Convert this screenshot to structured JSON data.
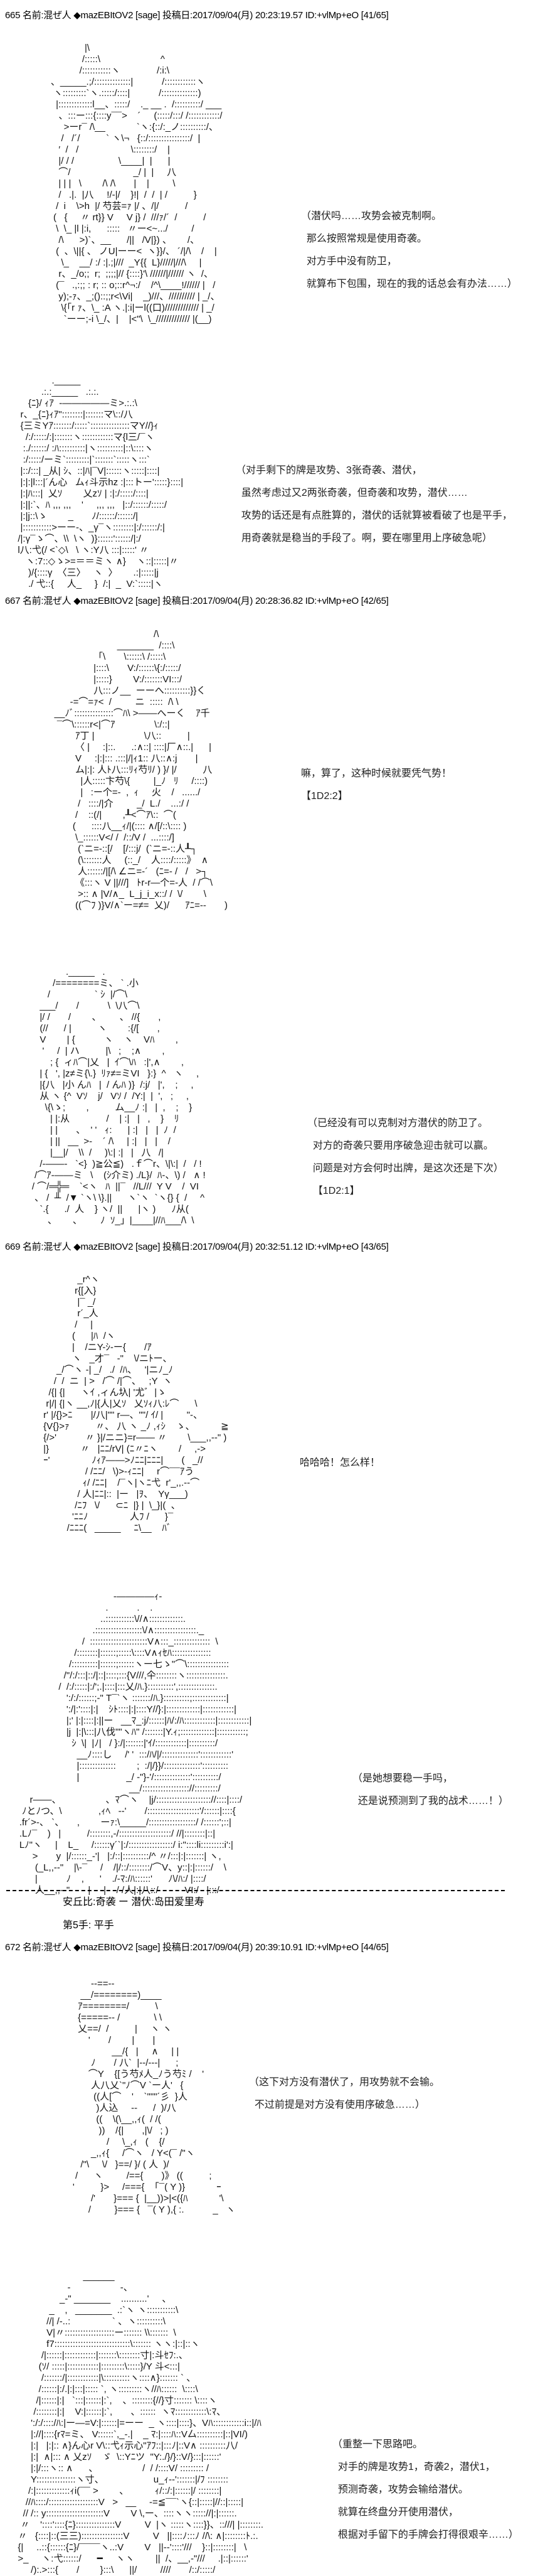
{
  "posts": [
    {
      "header": "665 名前:混ぜ人 ◆mazEBItOV2 [sage] 投稿日:2017/09/04(月) 20:23:19.57 ID:+vlMp+eO [41/65]",
      "art1": "                  |\\\n                 /:::::\\                       ^\n                /:::::::::::ヽ              /:i:\\\n     、_____.;/::::::::::::::|           /::::::::::::ヽ\n      ヽ:::::::::`ヽ.:::::/::::|           /::::::::::::::)\n       |:::::::::::::l__、:::::/    ._ __ .  /::::::::::/ ___\n        、:::ー:::{::::y¯¯>    ´     (:::::/:::/ /::::::::::::/\n          >ーr¯ /\\__            `ヽ:{::/:_ノ::::::::::/、\n         /   /´/          ` ヽ\\¬   {::/::::::::::::::::/  |\n        ′  /   /                    \\::::::::/    |\n        |/ / /                 \\____|  |      |\n        ⌒/                        _/ |  |     八\n        | | |   \\        /\\ /\\       |    |         \\\n        /   .|.  |八     !/-|/    }!|  /  /  | /          }\n       /  i    \\>h  |/ 芍芸=ｧ |/ 、/|/          /\n      (   {     〃 rt}} V     V j} /  ///ｧ/´  /          /\n       \\  \\_ |l |:i,      :::::   〃ー<~.../         /\n        /\\      >)`、__      /||   /V|}) 、      /、\n       (  、\\||{ 、 ノU|ーー<  ヽ}}/、 ´/|/\\    /    |\n         \\_    __/ :/ :|.;|///  _Y{{  L}/////|///\\     |\n        r、_/o;;  r;  ;;;;|// {::::}'\\ //////|////// ヽ  /、\n       (¯   .,:;; : r; :: o;::r^¬:/    /^\\____!////// |   /\n        y);-ｧ、_;()::;;r<\\Vi|    _)///、////////// | _/、\n         \\{「r ｧ、\\_ :A ヽ.|:i|ーl((口)///////////// | _/\n          `ーー;-i \\_/、|    |<\"\\  \\_///////////// |(__)",
      "dialog1": "（潜伏吗……攻势会被克制啊。\n  那么按照常规是使用奇袭。\n  对方手中没有防卫，\n  就算布下包围，现在的我的话总会有办法……）",
      "art2": "               ._____\n           .:.:_____   .:.:.\n      {ﾆ}/ ｨｱ  -―――――ミ>.:.:\\\n   r、_{ﾆ}ｨｱ\"::::::::|:::::::マ\\::/八\n   {三ミYｱ:::::::/:::::`:::::::::::::::マY//}ｨ\n     /:/:::::/:|:::::::ヽ::::::::::::マ{l三/¯ヽ\n    :./::::::/ :ﾊ::::::::::|ヽ::::::::::|::\\::::ヽ\n    :/:::::/ーミ`:::::::::|`:::::::`:::::ヽ:::`\n   |::/:::| _从| ｼ、::|ﾊ|¯V|::::::ヽ:::::|::::|\n   |:|:|l:::|´ん心   ムｨ斗示hz :|:::トー':::::}::::|\n   |:|ﾊ:::|  乂ｿ        乂zｿ | :|:/:::::/::::|\n   |:||:`、ﾊ ,,, ,,,    '     ,,, ,,,   |::/::::::/:::::/\n   |:|j::\\ゝ        _       ﾉ/::::::/::::::/|\n   |:::::::::::>ーー-、_γ¯ヽ::::::::|:/::::::/:|\n  /|:γ¯ゝ⌒、\\\\  \\ヽ  )}::::::'::::::/|:/\n  l八:弋(/ <`◇\\   \\ ヽ:Y八 :::|:::::' 〃\n     ヽ:7::◇ゝ>=＝＝ミヽ ∧}    ヽ::|:::::|〃\n      )/{::::γ  〈三〉   ヽ  〉      .:|:::::|j\n      ./ 弋::{     人_     }  /:|  _  V:`:::::|ヽ",
      "dialog2": "（对手剩下的牌是攻势、3张奇袭、潜伏，\n  虽然考虑过又2两张奇袭，但奇袭和攻势，潜伏……\n  攻势的话还是有点胜算的，潜伏的话就算被看破了也是平手，\n  用奇袭就是稳当的手段了。啊，要在哪里用上序破急呢）"
    },
    {
      "header": "667 名前:混ぜ人 ◆mazEBItOV2 [sage] 投稿日:2017/09/04(月) 20:28:36.82 ID:+vlMp+eO [42/65]",
      "art1": "                                          /\\\n                            _______  /::::\\\n                   「\\       \\::::::\\ /:::::\\\n                   |::::\\       V:/::::::\\{:/:::::/\n                   |:::::}        V:/:::::::VI:::/\n                   八:::ノ__  ーーへ::::::::::}}く\n          -=⌒=ｧ<  /         ニ  :::::  /\\ \\\n    __ﾉﾞ:::::::::::::::⌒ﾊ\\ >――へーく    ｱ千\n     ¯⌒\\::::::r<|⌒ｱ               \\:/::|\n            ｱ丁 |                   \\八::          |\n            〈 |     :|::.      .:∧::| ::::|厂∧::.|      |\n            V     :|:|::: .:::|/|ｨ1:: 八::∧:j       |\n            ム|:|: 人ﾄ八:::ﾘｨ芍ﾘ/ ) }/ |/          八\n              |人:::::卞芍\\{         |_ﾉ   ﾘ     /::::)\n              |   :ー个=-  ,  ｨ     火    /   ....../\n             /   ::::/|介         _/  L./    ...:/ /\n            /    ::(/|        ,┸<⌒ｱ\\::  ⌒(\n           (      ::::八__ｨ/|(:::: ∧/[/::\\:::: )\n            \\_::::::V</ /  /::/V /  ...::::/]\n             (`ニ=-::[/    [/:::j/  (`ニ=-::人┸┐\n             (\\:::::::人     (::_/    人::::/:::::》  ∧\n             人::::::/|[/\\ ∠ニ=-´   (ﾆ=- /   /   >┐\n            《:::ヽ V ||///]   ﾄr-r―个=-人  / /⌒\\\n             >:: ∧ |V/∧_  L_j_i_x::/ /  \\/        \\\n            ((⌒ﾌ )}V/∧`ー=≠=  乂)/      ｱﾆ=--       )",
      "dialog1": "嘛，算了，这种时候就要凭气势！\n【1D2:2】",
      "art2": "                  ._____   .\n             /========ミ、 ` .小\n           /                 ` ｼ  |/⌒\\\n        ___/       /           \\  \\八⌒\\\n        |/ /       /        、       、 //{       ,\n        (//      / |          ヽ        :{/[       ,\n        V        | {           ヽ    ヽ    Vﾊ        ,\n         '     /  | ハ          |\\   ;    ;∧        ,\n            ; {  ィﾊ⌒|乂   |  ｲ⌒\\ﾊ   :|',∧        ,\n        | {   ', |z≠ミ{\\.}  ﾘｧ≠=ミVI   }:}  ^   ヽ     ,\n        |{八   |小 んﾊ   |  / んﾊ )}  /:j/   |',    ;     ,\n        从 ヽ {^  Vｿ    j/   Vｿ /  /Y:|  |  ',   ;     ,\n          \\{\\ゝ;        ,          ム__ﾉ :|   |  ,    ;    }\n            | |:从              /    | :|   |   ,    }    ﾘ\n            | |       、  ' '   ｨ:      | :|   |   |  ﾉ  /\n            | ||   __  >-    ´ /\\     | :|   |   |    /\n            |__|/    \\\\  /     )\\:| :|   |   八   /|\n        /-――-   `<}  )≧公≦)   .ｆ⌒r、\\|\\:|  /   / !\n      /⌒ｱ-――ミ   \\    (ｼ介ミ) ./L}/  ﾊ-、\\) /   ∧ !\n     / ⌒/═╬═    `<ヽ   ﾊ  ||¯   //L///  Y V    /  VI\n      、 /  ╨  /▼ `ヽ\\ \\}.||      ヽ`ヽ  `ヽ{} {  /     ^\n        `.{      ./  人    } ヽ/  ||      |ヽ )      ﾉ从(\n           、      、       ﾉ  ｿ_」|____|//ﾊ___/\\  \\",
      "dialog2": "（已经没有可以克制对方潜伏的防卫了。\n  对方的奇袭只要用序破急迎击就可以赢。\n  问题是对方会何时出牌，是这次还是下次）\n  【1D2:1】"
    },
    {
      "header": "669 名前:混ぜ人 ◆mazEBItOV2 [sage] 投稿日:2017/09/04(月) 20:32:51.12 ID:+vlMp+eO [43/65]",
      "art1": "                    _r^ヽ\n                   r{[入}\n                    |¯ _/\n                    r´_人\n                   /     |\n                  (      |ﾊ  /ヽ\n                  |    /ニY-ｼ-ー{       /ｱ\n                  ヽ   _才¯   -\"    \\/ニﾄー、\n            _/⌒ヽ -| _/   ./  /ﾊ、   '|ニﾉ_ﾉ\n           /  /  ニ  | >   /⌒ /|⌒、   ;Y  ヽ\n         /{| {|      ヽｲ ,ィん圦| '尤ﾞ  |ゝ\n        r|/| {|ヽ __,ﾉ|{人|乂ｿ   乂ｿｨ八:ﾚ⌒      \\\n       r' |/{}>ﾆ       |/八|\"\" r―、\"\"/ ｲ/ |         \"-、\n       {V{}>ｧ          〃、 八 ヽ _ﾉ ,ｨｼ    ゝ、          ≧\n       {/>'           〃 }|/ニニ}=r―― 〃        \\___,,--\" )\n       |}            〃   |ﾆﾆ/rV| (ﾆ〃ﾆヽ        /     ,->\n       ｰ'                ﾉｨｱ――>ﾉﾆﾆ|ﾆﾆﾆ|       (   _//\n                       / /ﾆﾆ/   \\)>-ｨﾆﾆ|     r⌒¯¯ｱう\n                      ｨ/ /ﾆﾆ|    /¯ヽ|ヽﾆ弋  r'_,,.--⌒\n                    / 人|ﾆﾆ|::  |ー   |ｦ、  Yγ___)\n                   /ﾆﾌ   \\/      ⊂ﾆ  |} |  \\_}|(  、\n                  'ﾆﾆﾉ                人ﾌ /      }¯\n                /ﾆﾆﾆ(   _____     ﾆ\\__    ﾊﾞ",
      "dialog1": "哈哈哈！怎么样！",
      "art2": "                                         -――――ｨ-\n                                      .           .    .\n                                    ..:::::::::::\\//∧:::::::::::::.\n                                 .::::::::::::::::::\\/∧::::::::::::::::._\n                             /  ::::::::::::::::::::::V∧:::_::::::::::::::  \\\n                          /::::::::|::::::;:::::\\::::V∧ｨｾﾊ:::::::::::::::\n                        /::::::::::|::::::;::::::ヽー七ゝ\"⌒\\::::::::::::::::\n                      /\"/:/:::|::/|::|::::;:::{V///,仐::::::::ヽ:::::::::::::::.\n                    /  /:/:::::|:/';.|::::|:::乂/ﾊ.}::::::::::',::::::::::::::.\n                       ':/:/::::::;-\" T¯`ヽ :::::::/ﾊ.}::::::::::;:::::::::::::|\n                       ':/|:'::::|:|    ｼﾄ::::|:|::::Y//}:|:::::::::::::|::::::::::::|\n                       |;' |:|::::|:||ー   __ﾏ_:j/::::::|ﾊ/:/ﾊ::::::::::::|::::::::::::|\n                       |j  |:|\\:::|八伐\"\"ヽﾊ\" /:::::::|Y.ｨ;:::::::::::::|:::::::::::;\n                         ｼ  \\|  |ﾉ|   / }:/|:::::::|'ｲ/::::::::::::|::::::::::/\n                           __ﾉ::::し     /' '  :::/ﾊ/|/::::::::::::::'::::::::::::'\n                           |::::::::::::::        ;  :/|/}}/::::::::::::::'::::::::::\n                           |                  _/ -\"}-'/::::::::::::::'::::::::::/\n                                               __/:::::::::::::::::://:::::::::/\n         r――、                 、ﾏ⌒ヽ    |j/::::::::::::::::::::://::::|::::/\n      ﾉとﾉつ、\\              ,ｨﾍ   --'       /::::::::::::::::::::'/::::::|::::{\n     .fr´>-、 `、     ,        ーｧ:\\_____/::::::::::::::::::/ /::::::';::|\n     .Lﾉ¯    )   |          /::::::::,-/::::::::::::::::::::/ //|::::::::|::|\n     Lﾉ\"ヽ     |    L_     /::::::γ´`|:/:::::::::::::::::/ i:\"::::li:::::::::i':|\n          >       y  |/::::::_-'|   |:/::|::::::::::/^ 〃/:::|:|:::::::| ヽ,\n           (_L,,--\"    |\\-¯     /    /|/::/::::::::/⌒V、y::|:|::::::/    \\\n           |           ﾉ    ,      '    ./-ﾏ:/ﾊ::::::'      ﾉ\\/ﾊ:/ |::::/\n           人__,,--\"       |     |    / /人|:|八::/          VI:/   |:::/",
      "dialog2": "（是她想要稳一手吗，\n  还是说预测到了我的战术……！）"
    },
    {
      "header": "672 名前:混ぜ人 ◆mazEBItOV2 [sage] 投稿日:2017/09/04(月) 20:39:10.91 ID:+vlMp+eO [44/65]",
      "art1": "                  --==--\n              __/========)____\n             ｱ========/          \\\n             {=====-- /             \\ \\\n             乂==/  /          |     ヽ ヽ\n                 '       /        |       |\n                          __/{   |     ∧     | |\n                  ﾉ       / 八`  |--/---|      ;\n                 ⌒Y    {[う芍ﾒ人_ﾉう芍ﾐ /    '\n                  人八乂`\"ﾉ⌒V `ー人'   {\n                   ((人[⌒    '    `\"\"\"´彡  }人\n                    )人込     --      /  )/八\n                    ((    \\(\\__,,ｨ(  / /(\n                     ))    /{|       ,|\\/   ; )\n                        /     \\_,ｨ   (    {/\n                  _,,ｨ{     /⌒ヽ   / Y<(¯ /\"ヽ\n              /\"\\     \\/   }==/ }/ ( 人  )/\n            /      ヽ         /=={       )》 ((          ;\n           '          }>     /==={  「¯( Y )}            ｰ\n                  /'       }=== {  |__))>|<({ﾊ            '\\\n                 /         }=== {   ¯( Y ),{ :.           _   ヽ",
      "dialog1": "（这下对方没有潜伏了，用攻势就不会输。\n  不过前提是对方没有使用序破急……）",
      "art2": "                           ______\n                     -                   -、\n                  _-\" _______    ..........'     、\n              _    ,   _______  .:`ヽ ヽ:::::::::::\\\n             //| /-..:                ` 、ヽ::::::::::\\\n             V|〃:::::::::::::::::::ー::::::: \\\\:::::::  \\\n             f7:::::::::::::::::::::::::::::\\::::::: ヽヽ:|::|::ヽ\n           /|::::::|::::::::::::|:::::::\\::::::::寸|:斗ｾﾌ:.、\n          (ｿ/ :::::|::::::::::::|:::::::::\\:::::}/Y 斗<:::|\n           /:::::::/|::::::::::::|\\::::::::::ヽ::::∧}::::::: ` 、\n          /::::::|:/.|:|:::|::::: `, ヽ:::::::::ヽ//ﾊ::::::  \\::::\\\n         /|::::::|:|   `:::|::::::|:`,    、::::::::{//}寸::::::: \\::::ヽ\n        /::::::::|:|    V:|::::::|:`,       、::::::  ヽﾏ::::::::::::\\:ﾏ、\n       ':/:/::::/ﾊ:|ー―=V:|::::::|=ーー  _ ヽ::::|::::}、Vﾊ::::::::::::i::|/ﾊ\n       |://|::::{rﾏ=ミ、 V::::::`,_-.|    _ ﾏ:|::::ﾊ::V厶::::::::::|::|VI/)\n       |:|   |:|:: ∧}ん心r V\\::弋ｨ示心\"ｱﾌ::|:::ﾉ|::V∧ ::::::::::八/\n       |:|  ∧|::: ∧ 乂zｿ    ゞ  \\::Yﾆツ  \"Y:./}/}::V/}:::|::::::'\n       |:|/:::ヽ:: ∧      、                 /  / /::::V/ ::::::::: /\n       Y:::::::::::::::ヽ寸、                   u_ｨ--':::::::|/ﾌ ::::::::\n      /:|:::::::::::::ｨi(¯¯ >        、          ｨ/::/:|::::::|/ ::::::::|\n     //ﾊ::::/:::::::::::::::::::V   >   __     -=≦¯¯`ヽ{::|:::::|//::|:::::|\n    // /:: y::::::::::::::::::::::V        V \\,ー、::::ヽヽ::::://|:|::::::.\n   〃    '::::'::::{ﾆ}:::::::::::::::V         V  |ヽ :::::ヽ::::}}、::///| |::::::::.\n  〃   {::::|::(三三)::::::::::::::::V         V   ||::::ﾉ:::ﾉ //\\: ∧|::::::::ﾄ.:.\n  {|     ..::{::::::{ﾆ}/¯¯¯¯ヽ..:V        V   ||--'::::'///    }::|::::::::|   \\\n  >_     ヽ:弋::::::/      ━     ヽヽ        ||  /、__,-\"///     .|::|::::::'\n       /):.>:::{       /        }:::\\      ||/         ////       /::/:::::/",
      "dialog2": "（重整一下思路吧。\n  对手的牌是攻势1，奇袭2，潜伏1，\n  预测奇袭，攻势会输给潜伏。\n  就算在终盘分开使用潜伏，\n  根据对手留下的手牌会打得很艰辛……）"
    }
  ],
  "result": {
    "matchup": "安丘比:奇袭 ー 潜伏:岛田爱里寿",
    "round": "第5手: 平手"
  }
}
